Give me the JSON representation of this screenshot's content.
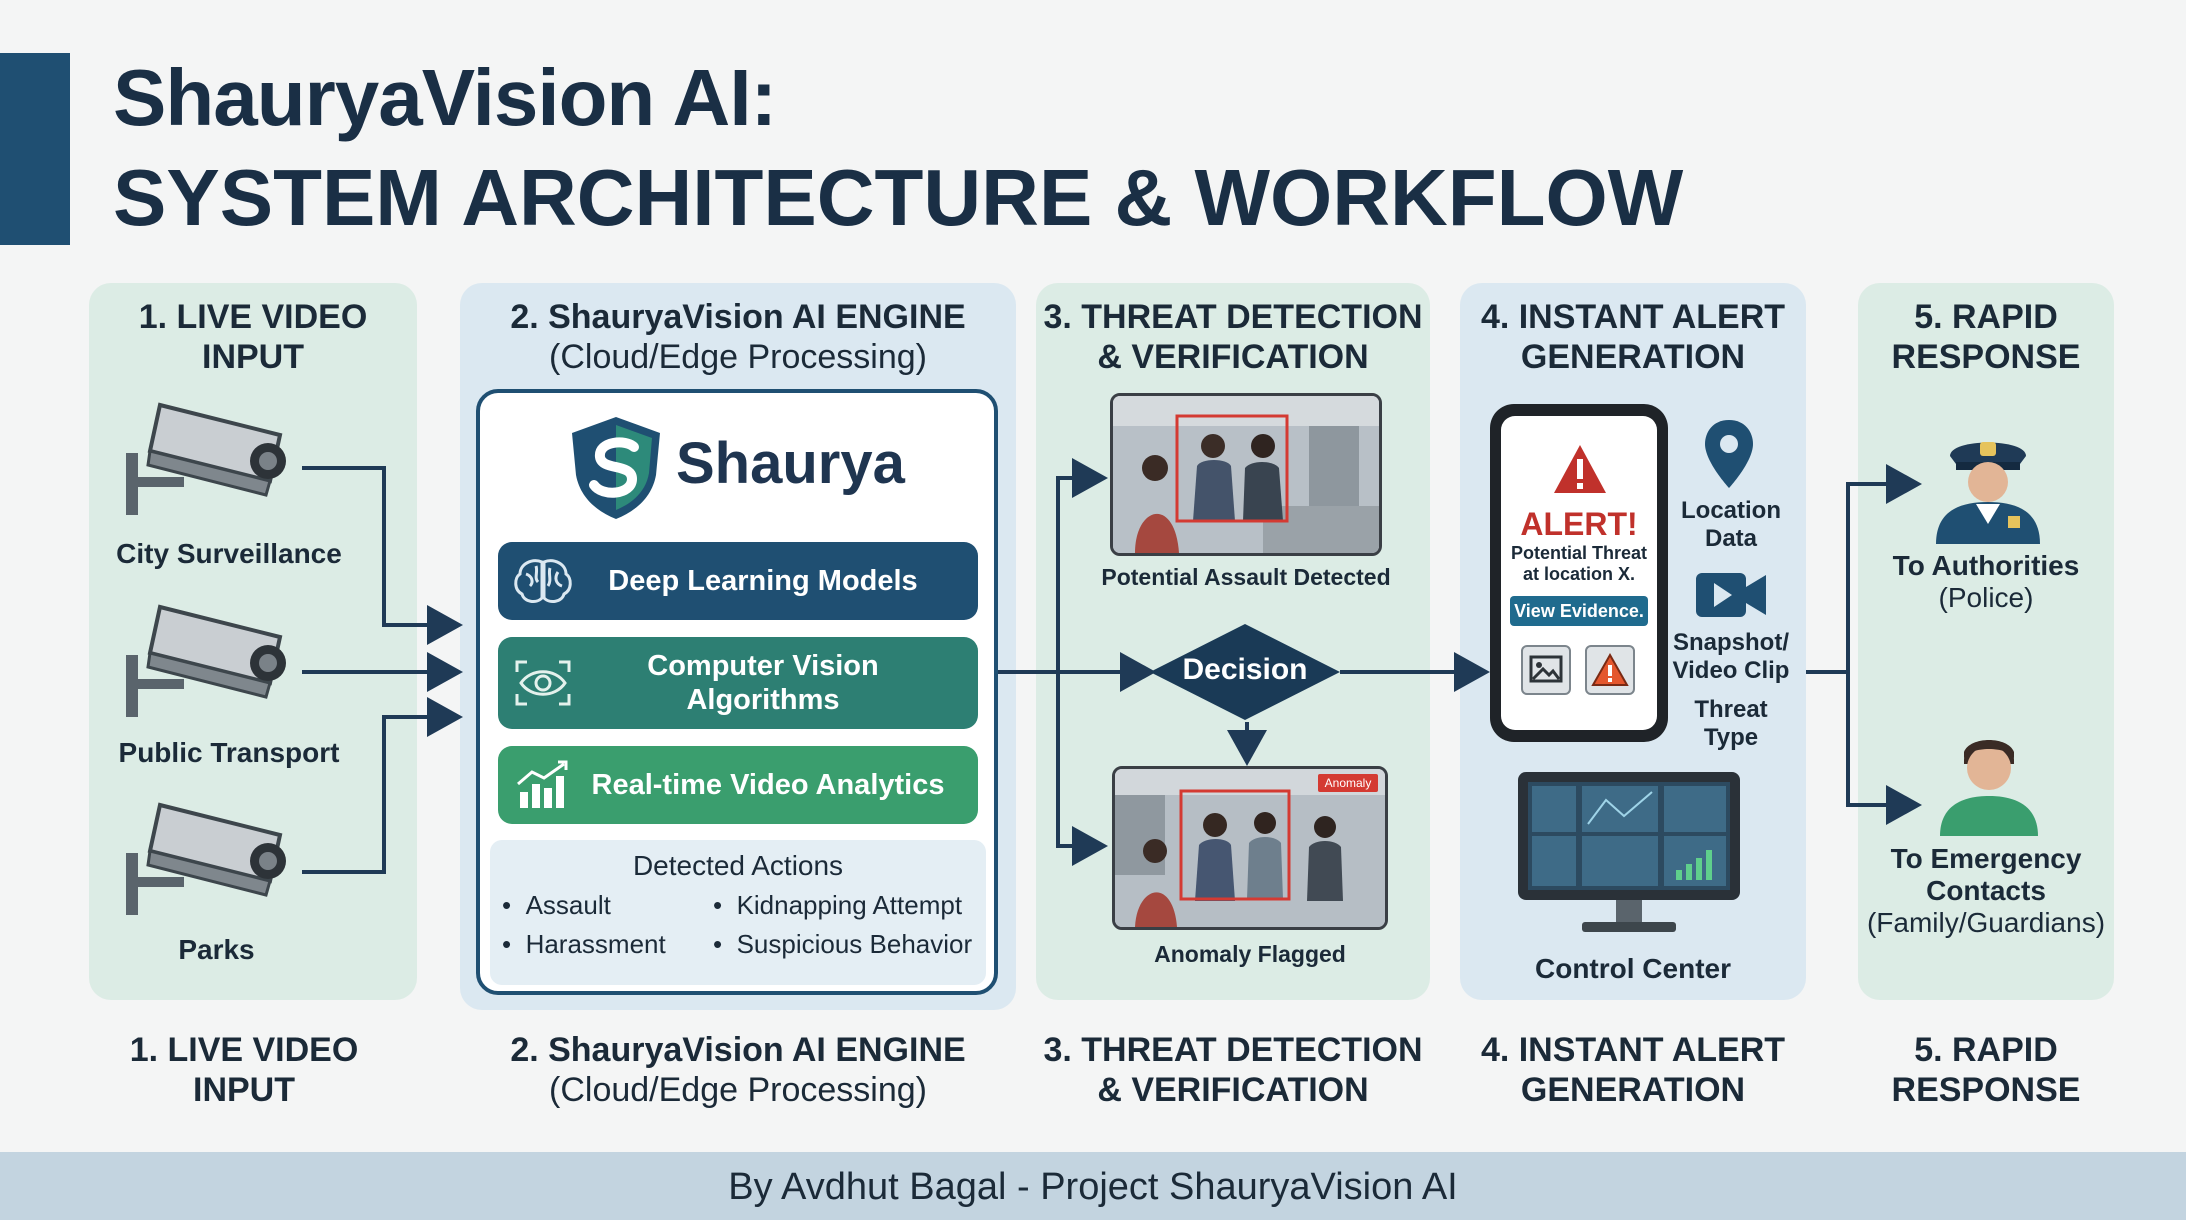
{
  "header": {
    "title_line1": "ShauryaVision AI:",
    "title_line2": "SYSTEM ARCHITECTURE & WORKFLOW"
  },
  "stages": [
    {
      "title": "1. LIVE VIDEO INPUT",
      "subtitle": ""
    },
    {
      "title": "2. ShauryaVision AI ENGINE",
      "subtitle": "(Cloud/Edge Processing)"
    },
    {
      "title": "3. THREAT DETECTION & VERIFICATION",
      "subtitle": ""
    },
    {
      "title": "4. INSTANT ALERT GENERATION",
      "subtitle": ""
    },
    {
      "title": "5. RAPID RESPONSE",
      "subtitle": ""
    }
  ],
  "stage_titles": {
    "s1_l1": "1. LIVE VIDEO",
    "s1_l2": "INPUT",
    "s2_l1": "2. ShauryaVision AI ENGINE",
    "s2_l2": "(Cloud/Edge Processing)",
    "s3_l1": "3. THREAT DETECTION",
    "s3_l2": "& VERIFICATION",
    "s4_l1": "4. INSTANT ALERT",
    "s4_l2": "GENERATION",
    "s5_l1": "5. RAPID",
    "s5_l2": "RESPONSE"
  },
  "input": {
    "sources": [
      "City Surveillance",
      "Public Transport",
      "Parks"
    ]
  },
  "engine": {
    "brand": "Shaurya",
    "modules": [
      "Deep Learning Models",
      "Computer Vision",
      "Algorithms",
      "Real-time Video Analytics"
    ],
    "detected_title": "Detected Actions",
    "detected_actions": [
      "Assault",
      "Kidnapping Attempt",
      "Harassment",
      "Suspicious Behavior"
    ]
  },
  "detection": {
    "top_caption": "Potential Assault Detected",
    "decision": "Decision",
    "bottom_tag": "Anomaly",
    "bottom_caption": "Anomaly Flagged"
  },
  "alert": {
    "alert_title": "ALERT!",
    "alert_line1": "Potential Threat",
    "alert_line2": "at location X.",
    "view_button": "View Evidence.",
    "location_l1": "Location",
    "location_l2": "Data",
    "snapshot_l1": "Snapshot/",
    "snapshot_l2": "Video Clip",
    "threat_l1": "Threat",
    "threat_l2": "Type",
    "control_center": "Control Center"
  },
  "response": {
    "authorities_l1": "To Authorities",
    "authorities_l2": "(Police)",
    "emergency_l1": "To Emergency",
    "emergency_l2": "Contacts",
    "emergency_l3": "(Family/Guardians)"
  },
  "footer": {
    "text": "By Avdhut Bagal - Project ShauryaVision AI"
  },
  "colors": {
    "primary_navy": "#1f4f72",
    "teal": "#2d7f73",
    "green": "#3a9e6e",
    "panel_green": "#dcece5",
    "panel_blue": "#dbe8f1",
    "alert_red": "#c0312b",
    "footer": "#c3d4e0"
  },
  "icons": [
    "cctv-camera-icon",
    "shield-s-logo-icon",
    "brain-icon",
    "eye-scan-icon",
    "bar-chart-icon",
    "warning-icon",
    "location-pin-icon",
    "video-camera-icon",
    "image-icon",
    "monitor-icon",
    "police-officer-icon",
    "person-icon"
  ]
}
